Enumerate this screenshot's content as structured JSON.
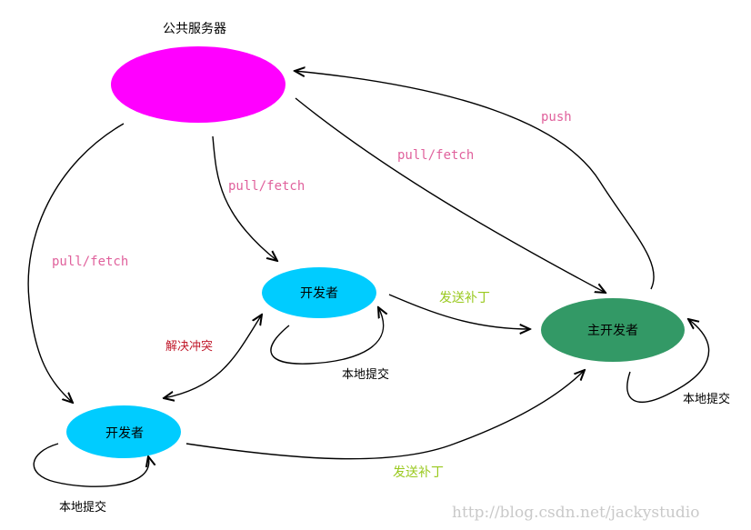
{
  "nodes": {
    "public_server": {
      "label": "公共服务器",
      "color": "#ff00ff"
    },
    "developer_a": {
      "label": "开发者",
      "color": "#00ccff"
    },
    "developer_b": {
      "label": "开发者",
      "color": "#00ccff"
    },
    "lead_developer": {
      "label": "主开发者",
      "color": "#339966"
    }
  },
  "edges": {
    "push": "push",
    "pull_lead": "pull/fetch",
    "pull_dev_a": "pull/fetch",
    "pull_dev_b": "pull/fetch",
    "patch_a": "发送补丁",
    "patch_b": "发送补丁",
    "resolve_conflict": "解决冲突",
    "commit_dev_a": "本地提交",
    "commit_lead": "本地提交",
    "commit_dev_b": "本地提交"
  },
  "watermark": "http://blog.csdn.net/jackystudio"
}
